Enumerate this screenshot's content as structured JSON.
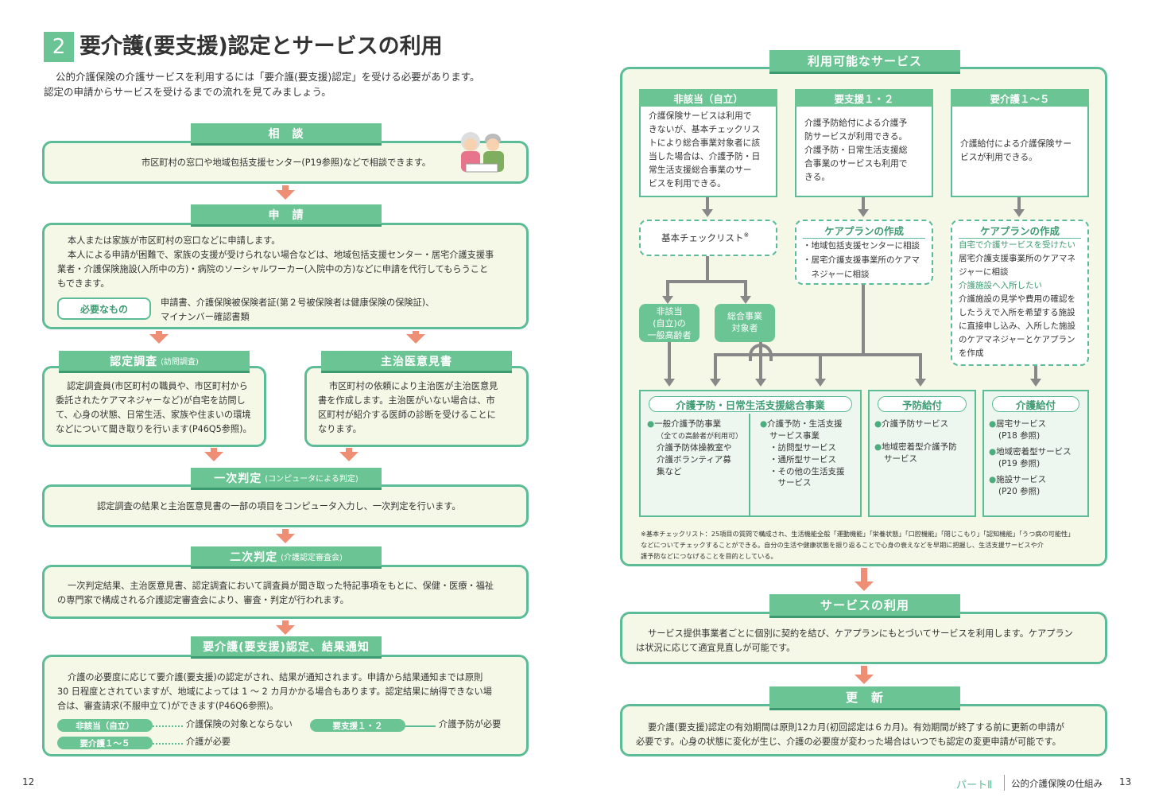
{
  "title": {
    "num": "2",
    "text": "要介護(要支援)認定とサービスの利用"
  },
  "intro": [
    "公的介護保険の介護サービスを利用するには「要介護(要支援)認定」を受ける必要があります。",
    "認定の申請からサービスを受けるまでの流れを見てみましょう。"
  ],
  "s1": {
    "header": "相　談",
    "body": "市区町村の窓口や地域包括支援センター(P19参照)などで相談できます。"
  },
  "s2": {
    "header": "申　請",
    "body": [
      "本人または家族が市区町村の窓口などに申請します。",
      "本人による申請が困難で、家族の支援が受けられない場合などは、地域包括支援センター・居宅介護支援事",
      "業者・介護保険施設(入所中の方)・病院のソーシャルワーカー(入院中の方)などに申請を代行してもらうこと",
      "もできます。"
    ],
    "needs_label": "必要なもの",
    "needs": [
      "申請書、介護保険被保険者証(第２号被保険者は健康保険の保険証)、",
      "マイナンバー確認書類"
    ]
  },
  "s3a": {
    "header": "認定調査",
    "sub": "(訪問調査)",
    "body": [
      "認定調査員(市区町村の職員や、市区町村から",
      "委託されたケアマネジャーなど)が自宅を訪問し",
      "て、心身の状態、日常生活、家族や住まいの環境",
      "などについて聞き取りを行います(P46Q5参照)。"
    ]
  },
  "s3b": {
    "header": "主治医意見書",
    "body": [
      "市区町村の依頼により主治医が主治医意見",
      "書を作成します。主治医がいない場合は、市",
      "区町村が紹介する医師の診断を受けることに",
      "なります。"
    ]
  },
  "s4": {
    "header": "一次判定",
    "sub": "(コンピュータによる判定)",
    "body": "認定調査の結果と主治医意見書の一部の項目をコンピュータ入力し、一次判定を行います。"
  },
  "s5": {
    "header": "二次判定",
    "sub": "(介護認定審査会)",
    "body": [
      "一次判定結果、主治医意見書、認定調査において調査員が聞き取った特記事項をもとに、保健・医療・福祉",
      "の専門家で構成される介護認定審査会により、審査・判定が行われます。"
    ]
  },
  "s6": {
    "header": "要介護(要支援)認定、結果通知",
    "body": [
      "介護の必要度に応じて要介護(要支援)の認定がされ、結果が通知されます。申請から結果通知までは原則",
      "30 日程度とされていますが、地域によっては 1 〜 2 カ月かかる場合もあります。認定結果に納得できない場",
      "合は、審査請求(不服申立て)ができます(P46Q6参照)。"
    ],
    "tags": [
      {
        "label": "非該当（自立）",
        "note": "介護保険の対象とならない"
      },
      {
        "label": "要支援１・２",
        "note": "介護予防が必要"
      },
      {
        "label": "要介護１〜５",
        "note": "介護が必要"
      }
    ]
  },
  "services": {
    "header": "利用可能なサービス",
    "cols": [
      {
        "header": "非該当（自立）",
        "body": [
          "介護保険サービスは利用で",
          "きないが、基本チェックリス",
          "トにより総合事業対象者に該",
          "当した場合は、介護予防・日",
          "常生活支援総合事業のサー",
          "ビスを利用できる。"
        ]
      },
      {
        "header": "要支援１・２",
        "body": [
          "介護予防給付による介護予",
          "防サービスが利用できる。",
          "介護予防・日常生活支援総",
          "合事業のサービスも利用で",
          "きる。"
        ]
      },
      {
        "header": "要介護１〜５",
        "body": [
          "介護給付による介護保険サー",
          "ビスが利用できる。"
        ]
      }
    ],
    "checklist": "基本チェックリスト",
    "checklist_mark": "※",
    "plan1": {
      "header": "ケアプランの作成",
      "body": [
        "・地域包括支援センターに相談",
        "・居宅介護支援事業所のケアマ",
        "　ネジャーに相談"
      ]
    },
    "plan2": {
      "header": "ケアプランの作成",
      "sub1": "自宅で介護サービスを受けたい",
      "body1": [
        "居宅介護支援事業所のケアマネ",
        "ジャーに相談"
      ],
      "sub2": "介護施設へ入所したい",
      "body2": [
        "介護施設の見学や費用の確認を",
        "したうえで入所を希望する施設",
        "に直接申し込み、入所した施設",
        "のケアマネジャーとケアプラン",
        "を作成"
      ]
    },
    "g1": [
      "非該当",
      "(自立)の",
      "一般高齢者"
    ],
    "g2": [
      "総合事業",
      "対象者"
    ],
    "svc1": {
      "header": "介護予防・日常生活支援総合事業",
      "a_title": "一般介護予防事業",
      "a_body": [
        "（全ての高齢者が利用可）",
        "介護予防体操教室や",
        "介護ボランティア募",
        "集など"
      ],
      "b_title": [
        "介護予防・生活支援",
        "サービス事業"
      ],
      "b_body": [
        "・訪問型サービス",
        "・通所型サービス",
        "・その他の生活支援",
        "　サービス"
      ]
    },
    "svc2": {
      "header": "予防給付",
      "items": [
        "介護予防サービス",
        "地域密着型介護予防",
        "サービス"
      ]
    },
    "svc3": {
      "header": "介護給付",
      "items": [
        "居宅サービス",
        "(P18 参照)",
        "地域密着型サービス",
        "(P19 参照)",
        "施設サービス",
        "(P20 参照)"
      ]
    },
    "note": [
      "※基本チェックリスト：25項目の質問で構成され、生活機能全般「運動機能」「栄養状態」「口腔機能」「閉じこもり」「認知機能」「うつ病の可能性」",
      "などについてチェックすることができる。自分の生活や健康状態を振り返ることで心身の衰えなどを早期に把握し、生活支援サービスや介",
      "護予防などにつなげることを目的としている。"
    ]
  },
  "use": {
    "header": "サービスの利用",
    "body": [
      "サービス提供事業者ごとに個別に契約を結び、ケアプランにもとづいてサービスを利用します。ケアプラン",
      "は状況に応じて適宜見直しが可能です。"
    ]
  },
  "renew": {
    "header": "更　新",
    "body": [
      "要介護(要支援)認定の有効期間は原則12カ月(初回認定は６カ月)。有効期間が終了する前に更新の申請が",
      "必要です。心身の状態に変化が生じ、介護の必要度が変わった場合はいつでも認定の変更申請が可能です。"
    ]
  },
  "footer": {
    "left_page": "12",
    "part": "パートⅡ",
    "section": "公的介護保険の仕組み",
    "right_page": "13"
  }
}
